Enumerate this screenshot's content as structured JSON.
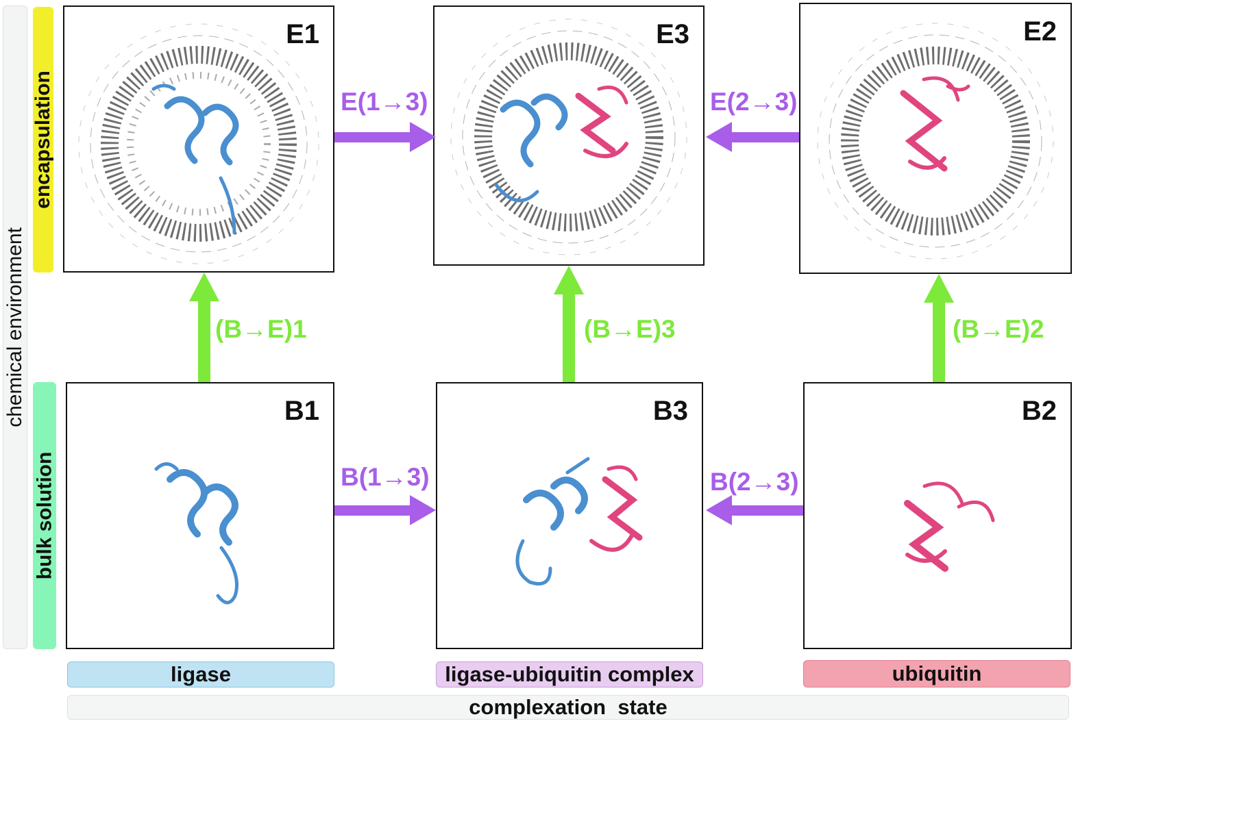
{
  "axes": {
    "y_title": "chemical environment",
    "x_title": "complexation  state",
    "env_levels": [
      "encapsulation",
      "bulk solution"
    ],
    "states": [
      "ligase",
      "ligase-ubiquitin complex",
      "ubiquitin"
    ]
  },
  "panels": {
    "E1": "E1",
    "E3": "E3",
    "E2": "E2",
    "B1": "B1",
    "B3": "B3",
    "B2": "B2"
  },
  "arrows": {
    "E_1_3": "E(1→3)",
    "E_2_3": "E(2→3)",
    "B_1_3": "B(1→3)",
    "B_2_3": "B(2→3)",
    "BE_1": "(B→E)1",
    "BE_3": "(B→E)3",
    "BE_2": "(B→E)2"
  },
  "colors": {
    "ligase_blue": "#4a8fd0",
    "ubiquitin_pink": "#e0457f",
    "horizontal_arrow": "#a85ee8",
    "vertical_arrow": "#7de93a",
    "encapsulation_bar": "#f2ef2a",
    "bulk_bar": "#88f5b8",
    "ligase_label_bg": "#bfe3f3",
    "complex_label_bg": "#e8cdf1",
    "ubiquitin_label_bg": "#f3a3af"
  }
}
